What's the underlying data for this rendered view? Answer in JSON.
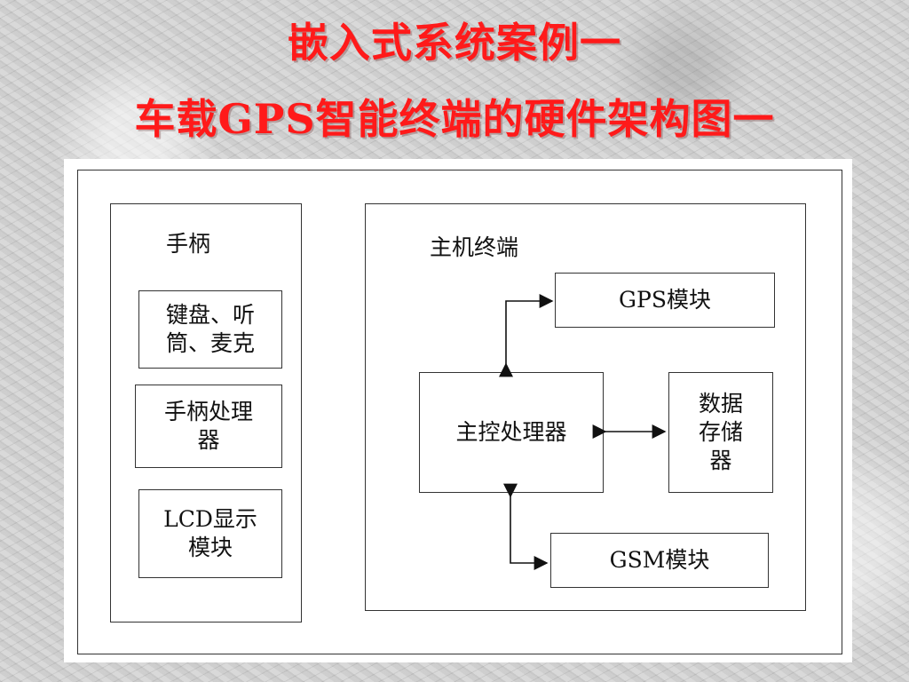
{
  "slide": {
    "title_line1": "嵌入式系统案例一",
    "title_line2": "车载GPS智能终端的硬件架构图一"
  },
  "diagram": {
    "handset": {
      "label": "手柄",
      "keyboard_line1": "键盘、听",
      "keyboard_line2": "筒、麦克",
      "processor_line1": "手柄处理",
      "processor_line2": "器",
      "lcd_line1": "LCD显示",
      "lcd_line2": "模块"
    },
    "host": {
      "label": "主机终端",
      "gps_module": "GPS模块",
      "main_processor": "主控处理器",
      "storage_line1": "数据",
      "storage_line2": "存储",
      "storage_line3": "器",
      "gsm_module": "GSM模块"
    }
  }
}
